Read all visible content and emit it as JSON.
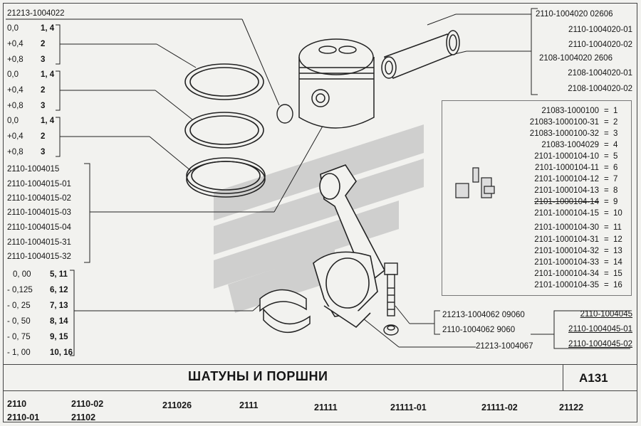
{
  "top_left_label": "21213-1004022",
  "ring_groups": [
    {
      "rows": [
        {
          "v": "0,0",
          "c": "1, 4"
        },
        {
          "v": "+0,4",
          "c": "2"
        },
        {
          "v": "+0,8",
          "c": "3"
        }
      ]
    },
    {
      "rows": [
        {
          "v": "0,0",
          "c": "1, 4"
        },
        {
          "v": "+0,4",
          "c": "2"
        },
        {
          "v": "+0,8",
          "c": "3"
        }
      ]
    },
    {
      "rows": [
        {
          "v": "0,0",
          "c": "1, 4"
        },
        {
          "v": "+0,4",
          "c": "2"
        },
        {
          "v": "+0,8",
          "c": "3"
        }
      ]
    }
  ],
  "piston_codes": [
    "2110-1004015",
    "2110-1004015-01",
    "2110-1004015-02",
    "2110-1004015-03",
    "2110-1004015-04",
    "2110-1004015-31",
    "2110-1004015-32"
  ],
  "bearing_sizes": [
    {
      "v": "0, 00",
      "c": "5, 11"
    },
    {
      "v": "- 0,125",
      "c": "6, 12"
    },
    {
      "v": "- 0, 25",
      "c": "7, 13"
    },
    {
      "v": "- 0, 50",
      "c": "8, 14"
    },
    {
      "v": "- 0, 75",
      "c": "9, 15"
    },
    {
      "v": "- 1, 00",
      "c": "10, 16"
    }
  ],
  "pin_codes": [
    "2110-1004020  02606",
    "2110-1004020-01",
    "2110-1004020-02",
    "2108-1004020  2606",
    "2108-1004020-01",
    "2108-1004020-02"
  ],
  "legend": [
    {
      "code": "21083-1000100",
      "num": "1"
    },
    {
      "code": "21083-1000100-31",
      "num": "2"
    },
    {
      "code": "21083-1000100-32",
      "num": "3"
    },
    {
      "code": "21083-1004029",
      "num": "4"
    },
    {
      "code": "2101-1000104-10",
      "num": "5"
    },
    {
      "code": "2101-1000104-11",
      "num": "6"
    },
    {
      "code": "2101-1000104-12",
      "num": "7"
    },
    {
      "code": "2101-1000104-13",
      "num": "8"
    },
    {
      "code": "2101-1000104-14",
      "num": "9"
    },
    {
      "code": "2101-1000104-15",
      "num": "10"
    },
    {
      "code": "2101-1000104-30",
      "num": "11"
    },
    {
      "code": "2101-1000104-31",
      "num": "12"
    },
    {
      "code": "2101-1000104-32",
      "num": "13"
    },
    {
      "code": "2101-1000104-33",
      "num": "14"
    },
    {
      "code": "2101-1000104-34",
      "num": "15"
    },
    {
      "code": "2101-1000104-35",
      "num": "16"
    }
  ],
  "bolt_codes": [
    "21213-1004062  09060",
    "2110-1004062        9060"
  ],
  "nut_code": "21213-1004067",
  "rod_codes": [
    "2110-1004045",
    "2110-1004045-01",
    "2110-1004045-02"
  ],
  "title": "ШАТУНЫ  И  ПОРШНИ",
  "page_code": "А131",
  "models_row1": [
    "2110",
    "2110-02",
    "211026",
    "2111",
    "21111",
    "21111-01",
    "21111-02",
    "21122"
  ],
  "models_row2": [
    "2110-01",
    "21102"
  ],
  "colors": {
    "line": "#222222",
    "background": "#f2f2ef",
    "watermark": "#bdbdbd"
  }
}
